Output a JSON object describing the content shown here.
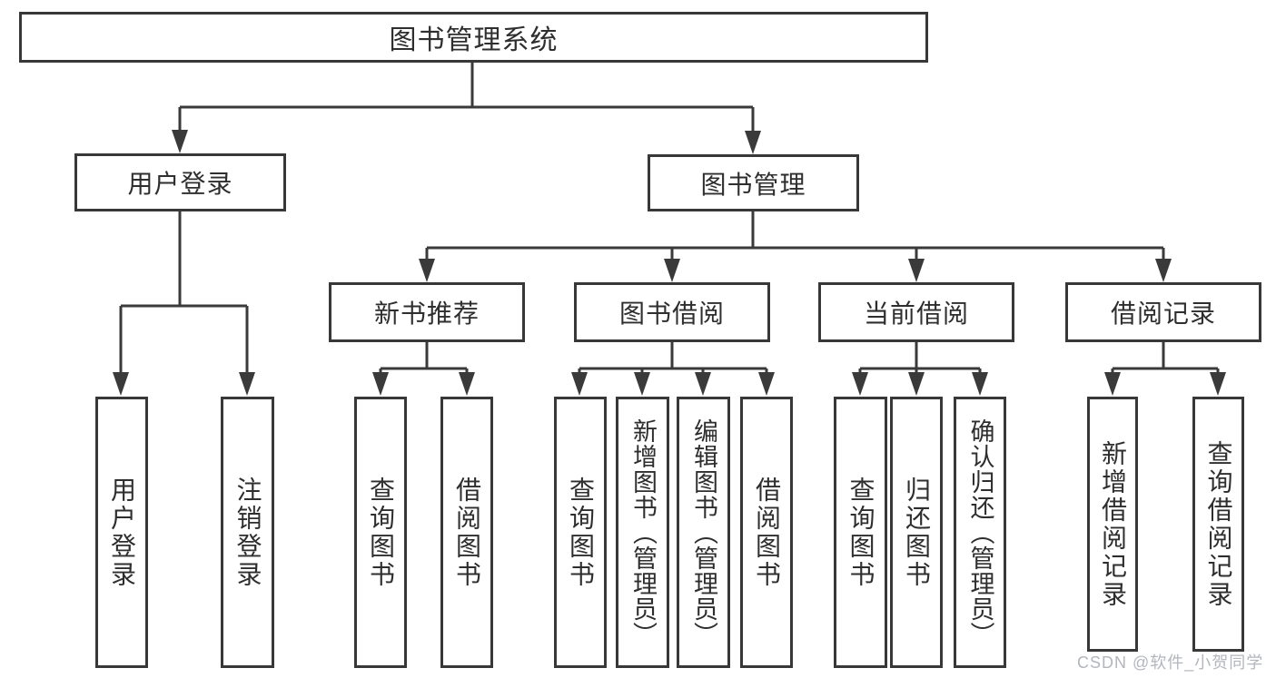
{
  "diagram": {
    "title": "图书管理系统",
    "type": "hierarchy-tree"
  },
  "colors": {
    "line": "#3a3a3a",
    "box_border": "#383838",
    "box_fill": "#ffffff",
    "text": "#2e2e2e",
    "watermark": "#b3b6bd"
  },
  "nodes": {
    "root": {
      "label": "图书管理系统"
    },
    "user_login": {
      "label": "用户登录"
    },
    "book_mgmt": {
      "label": "图书管理"
    },
    "new_book_rec": {
      "label": "新书推荐"
    },
    "book_borrow": {
      "label": "图书借阅"
    },
    "current_borrow": {
      "label": "当前借阅"
    },
    "borrow_record": {
      "label": "借阅记录"
    },
    "leaf_user_login": {
      "label": "用户登录"
    },
    "leaf_logout": {
      "label": "注销登录"
    },
    "leaf_query_book_1": {
      "label": "查询图书"
    },
    "leaf_borrow_book_1": {
      "label": "借阅图书"
    },
    "leaf_query_book_2": {
      "label": "查询图书"
    },
    "leaf_add_book": {
      "label": "新增图书（管理员）"
    },
    "leaf_edit_book": {
      "label": "编辑图书（管理员）"
    },
    "leaf_borrow_book_2": {
      "label": "借阅图书"
    },
    "leaf_query_book_3": {
      "label": "查询图书"
    },
    "leaf_return_book": {
      "label": "归还图书"
    },
    "leaf_confirm_return": {
      "label": "确认归还（管理员）"
    },
    "leaf_add_record": {
      "label": "新增借阅记录"
    },
    "leaf_query_record": {
      "label": "查询借阅记录"
    }
  },
  "hierarchy": {
    "图书管理系统": {
      "用户登录": [
        "用户登录",
        "注销登录"
      ],
      "图书管理": {
        "新书推荐": [
          "查询图书",
          "借阅图书"
        ],
        "图书借阅": [
          "查询图书",
          "新增图书（管理员）",
          "编辑图书（管理员）",
          "借阅图书"
        ],
        "当前借阅": [
          "查询图书",
          "归还图书",
          "确认归还（管理员）"
        ],
        "借阅记录": [
          "新增借阅记录",
          "查询借阅记录"
        ]
      }
    }
  },
  "watermark": {
    "text": "CSDN @软件_小贺同学"
  }
}
